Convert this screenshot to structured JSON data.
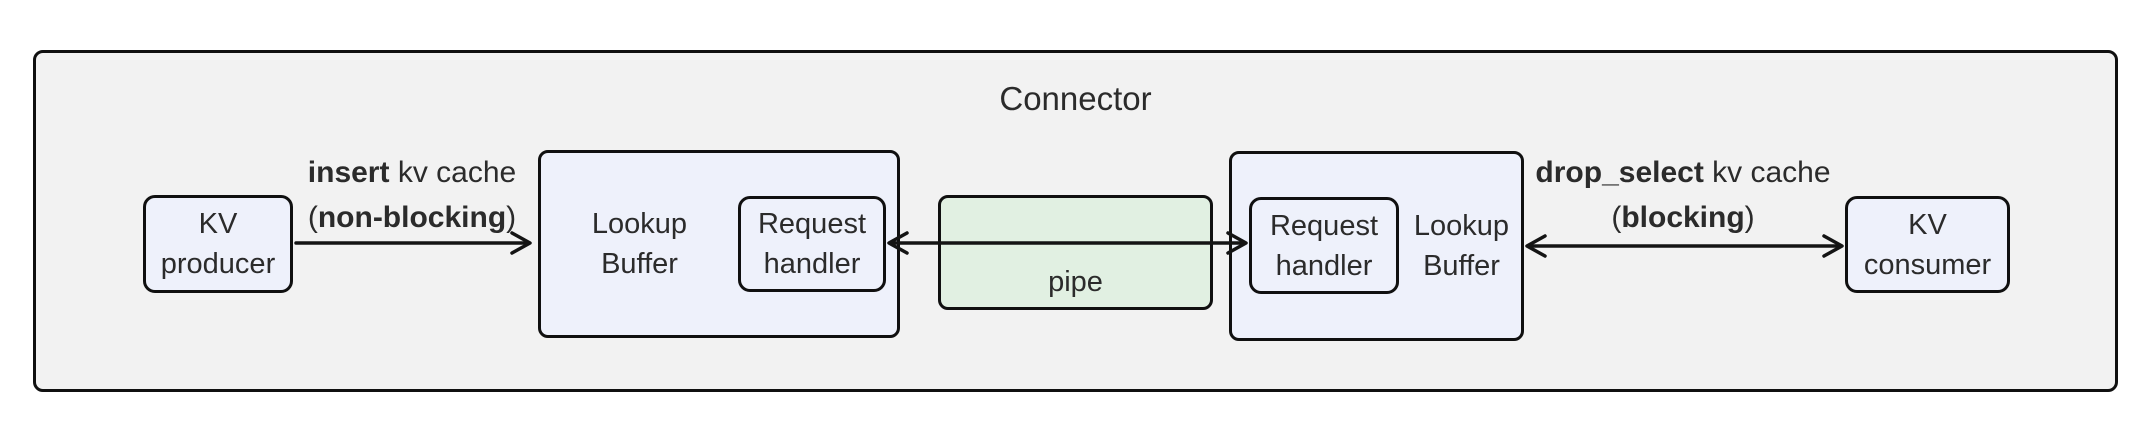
{
  "title": "Connector",
  "nodes": {
    "kv_producer": "KV\nproducer",
    "lookup_buffer_left": "Lookup\nBuffer",
    "request_handler_left": "Request\nhandler",
    "pipe": "pipe",
    "request_handler_right": "Request\nhandler",
    "lookup_buffer_right": "Lookup\nBuffer",
    "kv_consumer": "KV\nconsumer"
  },
  "edges": {
    "insert": {
      "bold1": "insert",
      "rest1": " kv cache",
      "open": "(",
      "bold2": "non-blocking",
      "close": ")"
    },
    "drop_select": {
      "bold1": "drop_select",
      "rest1": " kv cache",
      "open": "(",
      "bold2": "blocking",
      "close": ")"
    }
  },
  "colors": {
    "canvas_bg": "#ffffff",
    "container_bg": "#f2f2f2",
    "node_bg": "#eef1fb",
    "pipe_bg": "#e1f0e2",
    "border": "#101010",
    "text": "#2b2b2b"
  }
}
